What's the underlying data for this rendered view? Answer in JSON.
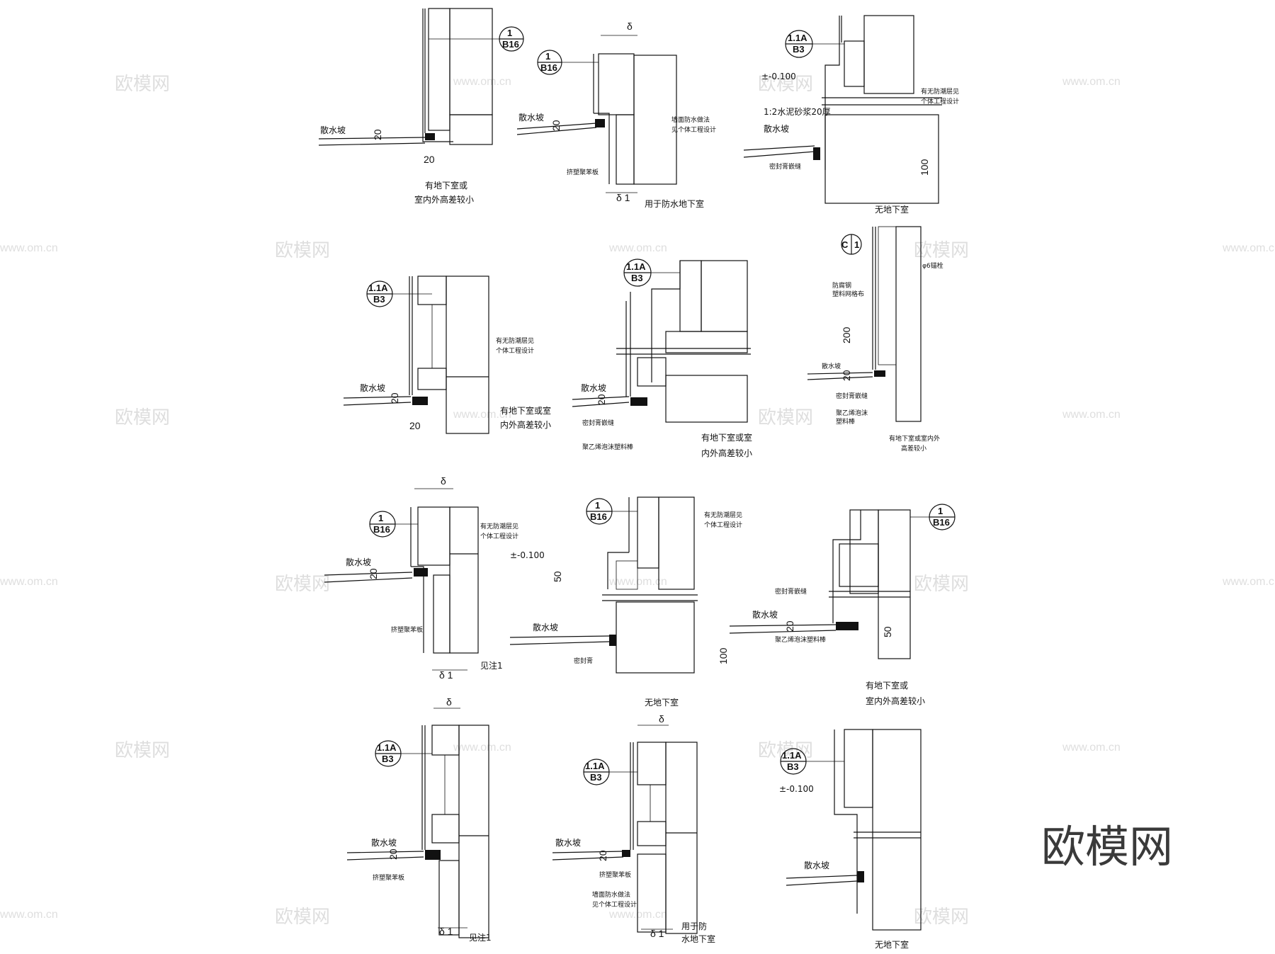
{
  "watermark": {
    "brand": "欧模网",
    "url": "www.om.cn",
    "logo": "欧模网"
  },
  "labels": {
    "apron": "散水坡",
    "xps": "挤塑聚苯板",
    "sealant": "密封膏嵌缝",
    "pe_rod": "聚乙烯泡沫塑料棒",
    "sealant_short": "密封膏",
    "wp_note_a": "墙面防水做法",
    "wp_note_b": "见个体工程设计",
    "damp_a": "有无防潮层见",
    "damp_b": "个体工程设计",
    "mortar": "1:2水泥砂浆20厚",
    "elev": "±-0.100",
    "note1": "见注1",
    "mesh_a": "防腐钢",
    "mesh_b": "塑料网格布",
    "anchor": "φ6锚栓",
    "pe_short_a": "聚乙烯泡沫",
    "pe_short_b": "塑料棒",
    "sealant_v": "密封膏嵌缝"
  },
  "captions": {
    "basement_a": "有地下室或",
    "basement_b": "室内外高差较小",
    "waterproof_basement": "用于防水地下室",
    "no_basement": "无地下室",
    "basement2_a": "有地下室或室",
    "basement2_b": "内外高差较小",
    "basement3_a": "有地下室或室内外",
    "basement3_b": "高差较小",
    "waterproof2_a": "用于防",
    "waterproof2_b": "水地下室"
  },
  "refs": {
    "b16_top": "1",
    "b16_bot": "B16",
    "b3_top": "1.1A",
    "b3_bot": "B3",
    "c_top": "C",
    "c_bot": "1"
  },
  "dims": {
    "d20": "20",
    "d50": "50",
    "d100": "100",
    "d200": "200",
    "delta": "δ",
    "delta1": "δ 1"
  }
}
